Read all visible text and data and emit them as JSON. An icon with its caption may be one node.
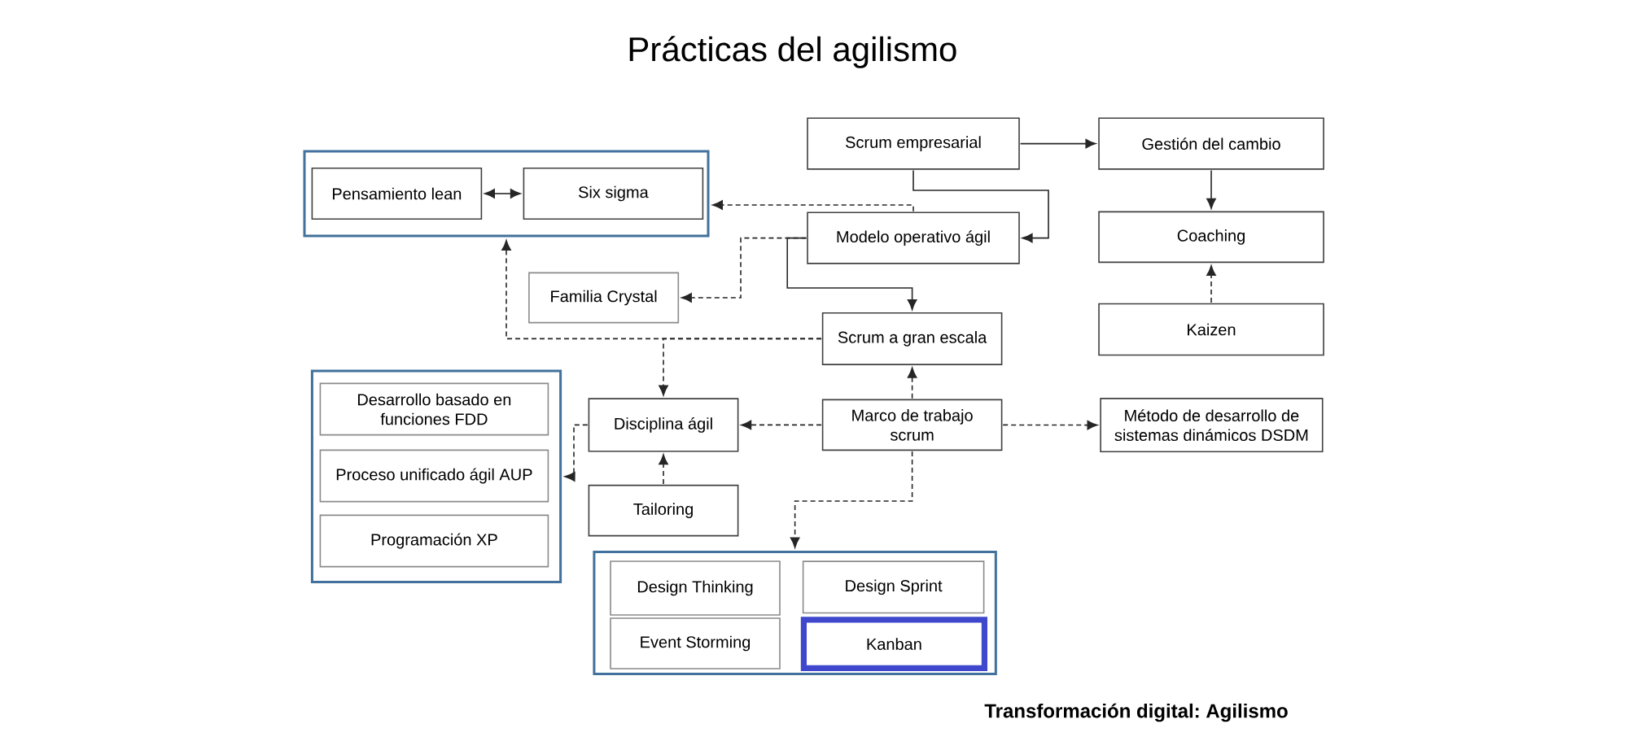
{
  "diagram": {
    "title": "Prácticas del agilismo",
    "caption": "Transformación digital: Agilismo",
    "nodes": [
      {
        "text": [],
        "shape": "box"
      },
      {
        "text": [
          "Pensamiento lean"
        ],
        "in": 0
      },
      {
        "text": [
          "Six sigma"
        ],
        "in": 0
      },
      {
        "text": [
          "Scrum empresarial"
        ]
      },
      {
        "text": [
          "Gestión del cambio"
        ]
      },
      {
        "text": [
          "Modelo operativo ágil"
        ]
      },
      {
        "text": [
          "Coaching"
        ]
      },
      {
        "text": [
          "Familia Crystal"
        ]
      },
      {
        "text": [
          "Scrum a gran escala"
        ]
      },
      {
        "text": [
          "Kaizen"
        ]
      },
      {
        "text": [],
        "shape": "box"
      },
      {
        "text": [
          "Desarrollo basado en funciones FDD"
        ],
        "in": 10
      },
      {
        "text": [
          "Proceso unificado ágil AUP"
        ],
        "in": 10
      },
      {
        "text": [
          "Programación XP"
        ],
        "in": 10
      },
      {
        "text": [
          "Disciplina ágil"
        ]
      },
      {
        "text": [
          "Marco de trabajo scrum"
        ]
      },
      {
        "text": [
          "Método de desarrollo de sistemas dinámicos DSDM"
        ]
      },
      {
        "text": [
          "Tailoring"
        ]
      },
      {
        "text": [],
        "shape": "box"
      },
      {
        "text": [
          "Design Thinking"
        ],
        "in": 18
      },
      {
        "text": [
          "Design Sprint"
        ],
        "in": 18
      },
      {
        "text": [
          "Event Storming"
        ],
        "in": 18
      },
      {
        "text": [
          "Kanban"
        ],
        "in": 18
      }
    ],
    "edges": [
      {
        "from": 1,
        "to": 2,
        "arrow": "both"
      },
      {
        "from": 3,
        "to": 4,
        "arrow": "to"
      },
      {
        "from": 3,
        "to": 5,
        "arrow": "to"
      },
      {
        "from": 4,
        "to": 6,
        "arrow": "to"
      },
      {
        "from": 9,
        "to": 6,
        "arrow": "to",
        "style": "dashed"
      },
      {
        "from": 5,
        "to": 0,
        "arrow": "to",
        "style": "dashed"
      },
      {
        "from": 5,
        "to": 7,
        "arrow": "to",
        "style": "dashed"
      },
      {
        "from": 5,
        "to": 8,
        "arrow": "to"
      },
      {
        "from": 8,
        "to": 0,
        "arrow": "to",
        "style": "dashed"
      },
      {
        "from": 8,
        "to": 14,
        "arrow": "to",
        "style": "dashed"
      },
      {
        "from": 15,
        "to": 8,
        "arrow": "to",
        "style": "dashed"
      },
      {
        "from": 15,
        "to": 14,
        "arrow": "to",
        "style": "dashed"
      },
      {
        "from": 15,
        "to": 16,
        "arrow": "to",
        "style": "dashed"
      },
      {
        "from": 15,
        "to": 18,
        "arrow": "to",
        "style": "dashed"
      },
      {
        "from": 17,
        "to": 14,
        "arrow": "to",
        "style": "dashed"
      },
      {
        "from": 14,
        "to": 10,
        "arrow": "to",
        "style": "dashed"
      }
    ]
  }
}
